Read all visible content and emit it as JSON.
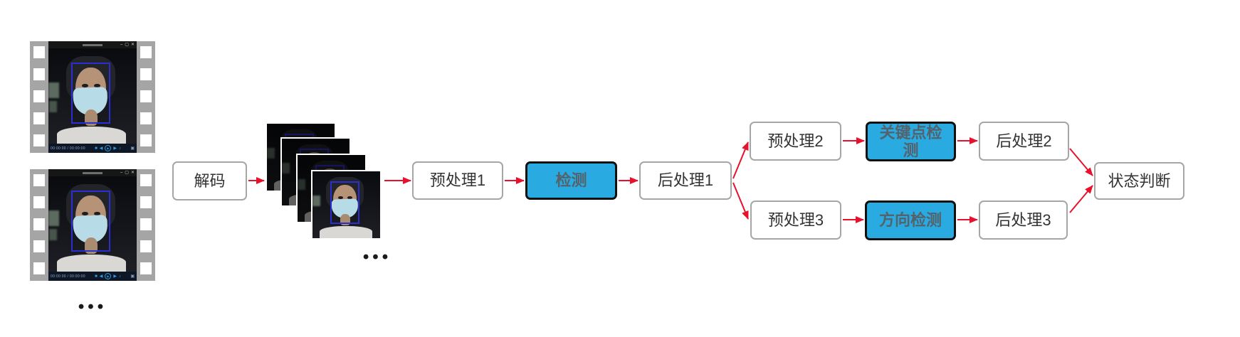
{
  "colors": {
    "accent_blue": "#29ABE2",
    "arrow_red": "#E8112D",
    "box_border": "#A6A6A6",
    "blue_box_border": "#111111",
    "box_text": "#333333",
    "blue_box_text": "#54626C",
    "film_gray": "#A5A5A5",
    "detection_box_blue": "#2B2FD0"
  },
  "pipeline": {
    "boxes": [
      {
        "label": "解码"
      },
      {
        "label": "预处理1"
      },
      {
        "label": "检测"
      },
      {
        "label": "后处理1"
      },
      {
        "label": "预处理2"
      },
      {
        "label": "关键点检测"
      },
      {
        "label": "后处理2"
      },
      {
        "label": "预处理3"
      },
      {
        "label": "方向检测"
      },
      {
        "label": "后处理3"
      },
      {
        "label": "状态判断"
      }
    ],
    "ellipsis_videos": "•••",
    "ellipsis_frames": "•••"
  },
  "video_player": {
    "window_controls": [
      {
        "name": "minimize-icon",
        "glyph": "–"
      },
      {
        "name": "maximize-icon",
        "glyph": "▢"
      },
      {
        "name": "close-icon",
        "glyph": "✕"
      }
    ],
    "timecode": "00:00:00 / 00:00:00",
    "transport_controls": [
      {
        "name": "stop-icon",
        "glyph": "■"
      },
      {
        "name": "previous-icon",
        "glyph": "◀"
      },
      {
        "name": "play-icon",
        "glyph": "▶"
      },
      {
        "name": "next-icon",
        "glyph": "▶"
      },
      {
        "name": "volume-icon",
        "glyph": "♪"
      }
    ],
    "fullscreen_glyph": "▣"
  }
}
